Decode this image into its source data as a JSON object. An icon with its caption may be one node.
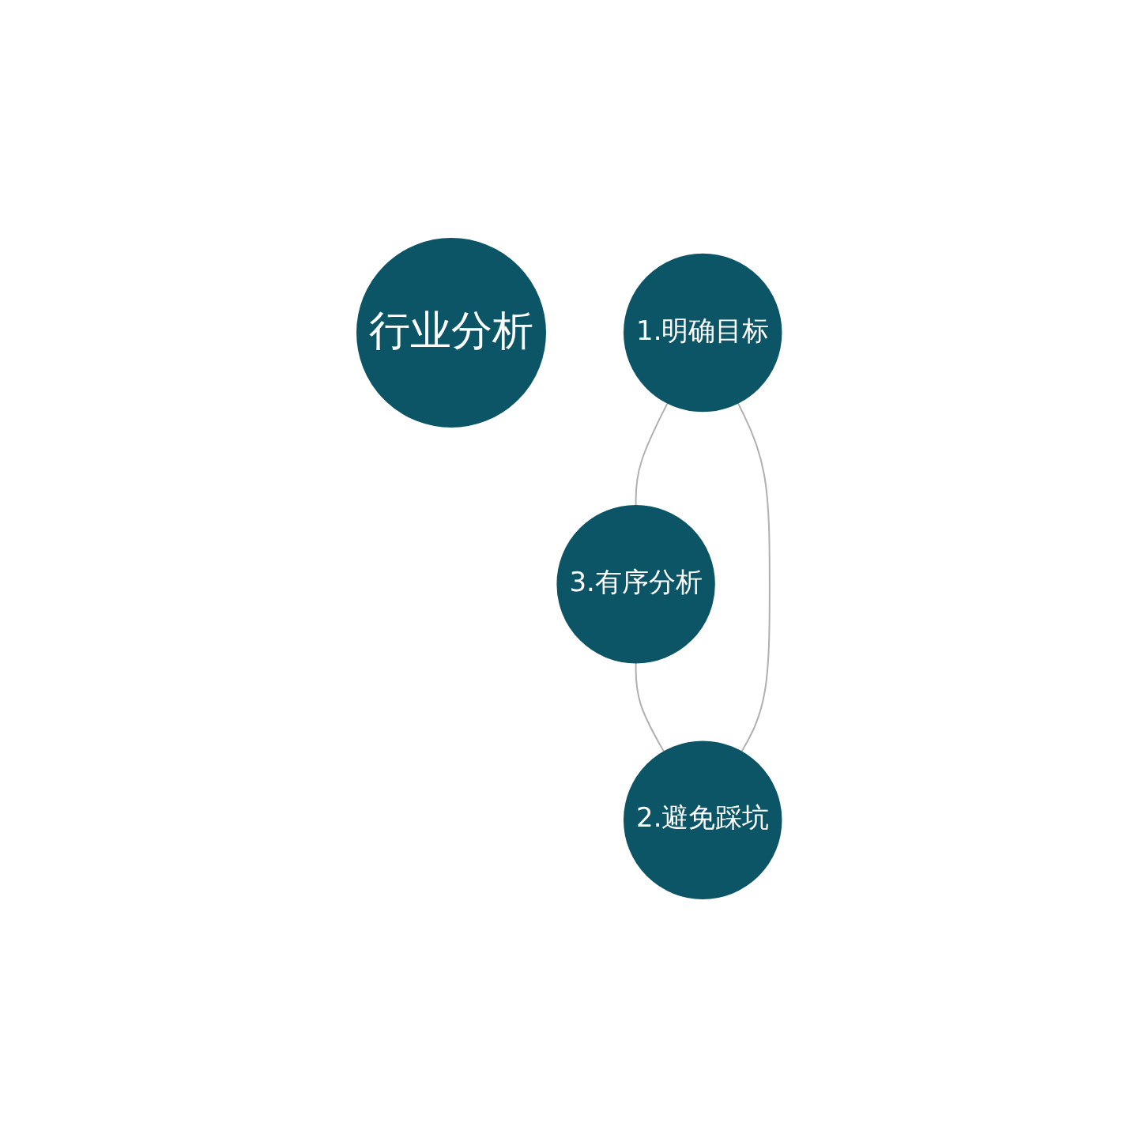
{
  "diagram": {
    "nodes": [
      {
        "text": [
          "行业分析"
        ]
      },
      {
        "text": [
          "1.明确目标"
        ]
      },
      {
        "text": [
          "2.避免踩坑"
        ]
      },
      {
        "text": [
          "3.有序分析"
        ]
      }
    ],
    "edges": [
      {
        "from": 1,
        "to": 3,
        "arrow": "none"
      },
      {
        "from": 3,
        "to": 2,
        "arrow": "none"
      },
      {
        "from": 2,
        "to": 1,
        "arrow": "none"
      }
    ]
  }
}
